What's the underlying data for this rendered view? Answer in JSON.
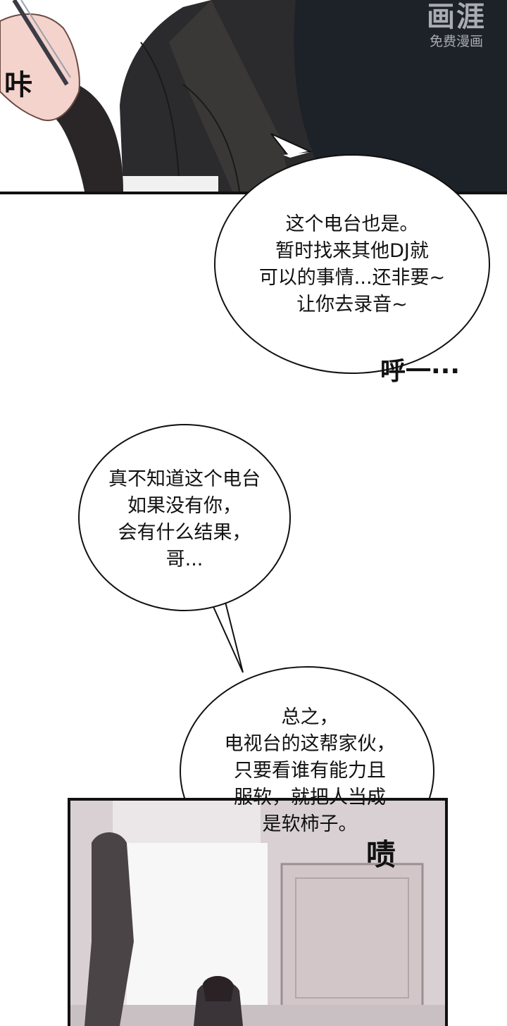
{
  "watermark": {
    "logo": "画涯",
    "subtitle": "免费漫画"
  },
  "sfx": {
    "top_left": "咔",
    "breath": "呼一···",
    "tsk": "啧"
  },
  "bubbles": {
    "b1": [
      "这个电台也是。",
      "暂时找来其他DJ就",
      "可以的事情...还非要~",
      "让你去录音~"
    ],
    "b2": [
      "真不知道这个电台",
      "如果没有你，",
      "会有什么结果，",
      "哥..."
    ],
    "b3": [
      "总之，",
      "电视台的这帮家伙，",
      "只要看谁有能力且",
      "服软，就把人当成",
      "是软柿子。"
    ]
  }
}
